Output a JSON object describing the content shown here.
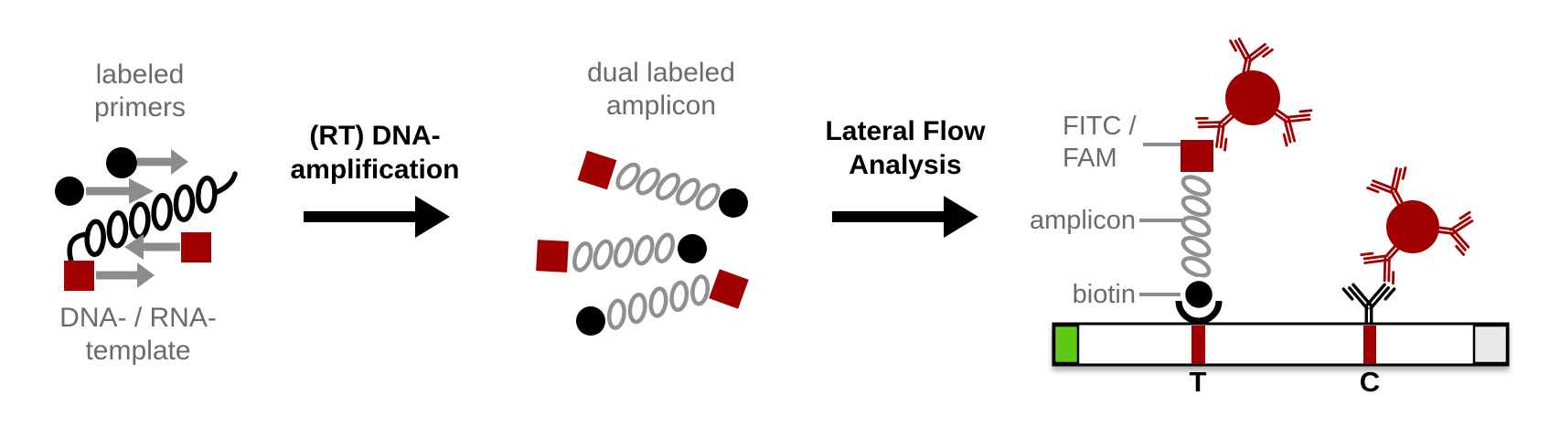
{
  "colors": {
    "dark_red": "#A00000",
    "black": "#000000",
    "label_gray": "#6A6A6A",
    "shape_gray": "#8C8C8C",
    "helix_gray": "#909090",
    "green": "#5FC917",
    "pad_gray": "#EAEAEA",
    "white": "#FFFFFF"
  },
  "left_group": {
    "title_line1": "labeled",
    "title_line2": "primers",
    "caption_line1": "DNA- / RNA-",
    "caption_line2": "template"
  },
  "amplification_step": {
    "label_line1": "(RT) DNA-",
    "label_line2": "amplification"
  },
  "amplicon_group": {
    "title_line1": "dual labeled",
    "title_line2": "amplicon"
  },
  "lateral_flow_step": {
    "label_line1": "Lateral Flow",
    "label_line2": "Analysis"
  },
  "lateral_flow_strip": {
    "fitc_label_line1": "FITC /",
    "fitc_label_line2": "FAM",
    "amplicon_label": "amplicon",
    "biotin_label": "biotin",
    "test_line_label": "T",
    "control_line_label": "C"
  }
}
